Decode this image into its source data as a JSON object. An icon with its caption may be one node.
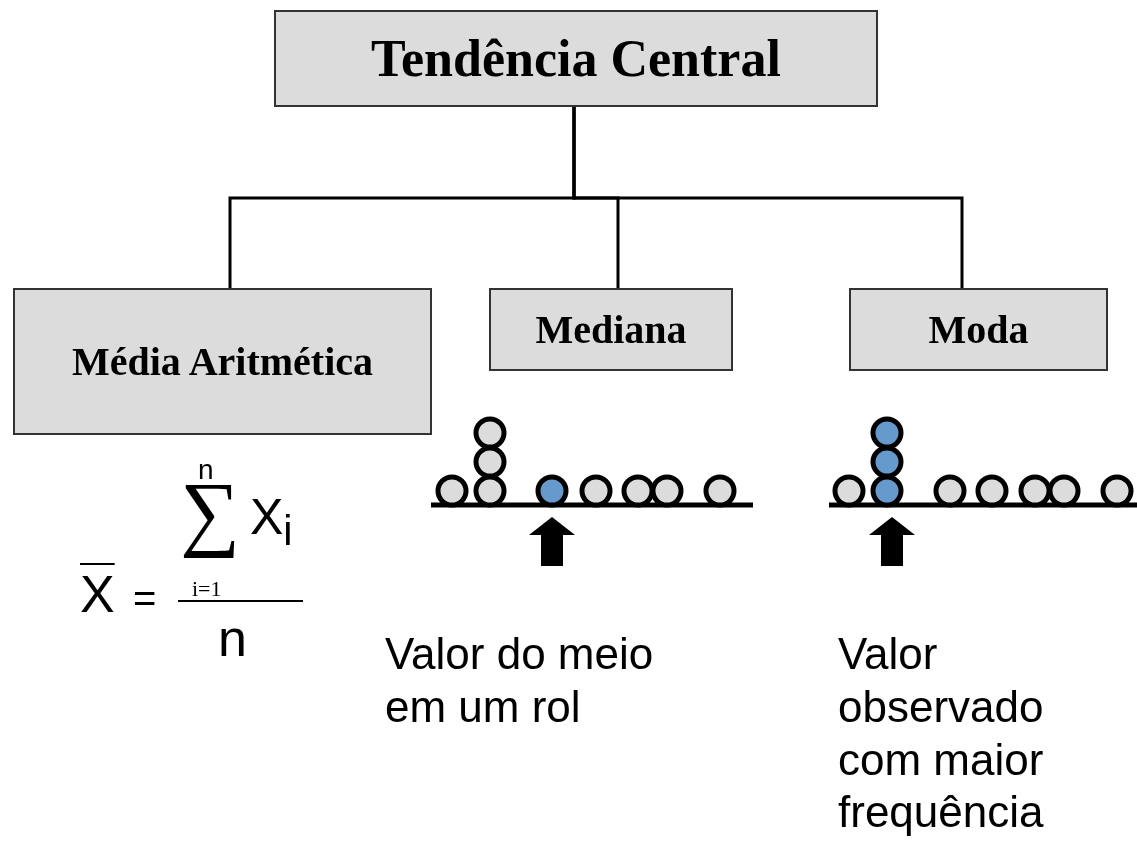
{
  "diagram": {
    "nodes": [
      {
        "text": [
          "Tendência Central"
        ]
      },
      {
        "text": [
          "Média Aritmética"
        ]
      },
      {
        "text": [
          "Mediana"
        ]
      },
      {
        "text": [
          "Moda"
        ]
      }
    ],
    "edges": [
      {
        "from": 0,
        "to": 1,
        "arrow": "none"
      },
      {
        "from": 0,
        "to": 2,
        "arrow": "none"
      },
      {
        "from": 0,
        "to": 3,
        "arrow": "none"
      }
    ],
    "labels": [
      "n",
      "∑",
      "X$_{i}$",
      "X",
      "=",
      "i=1",
      "n",
      "Valor do meio em um rol",
      "Valor observado com maior frequência"
    ]
  }
}
